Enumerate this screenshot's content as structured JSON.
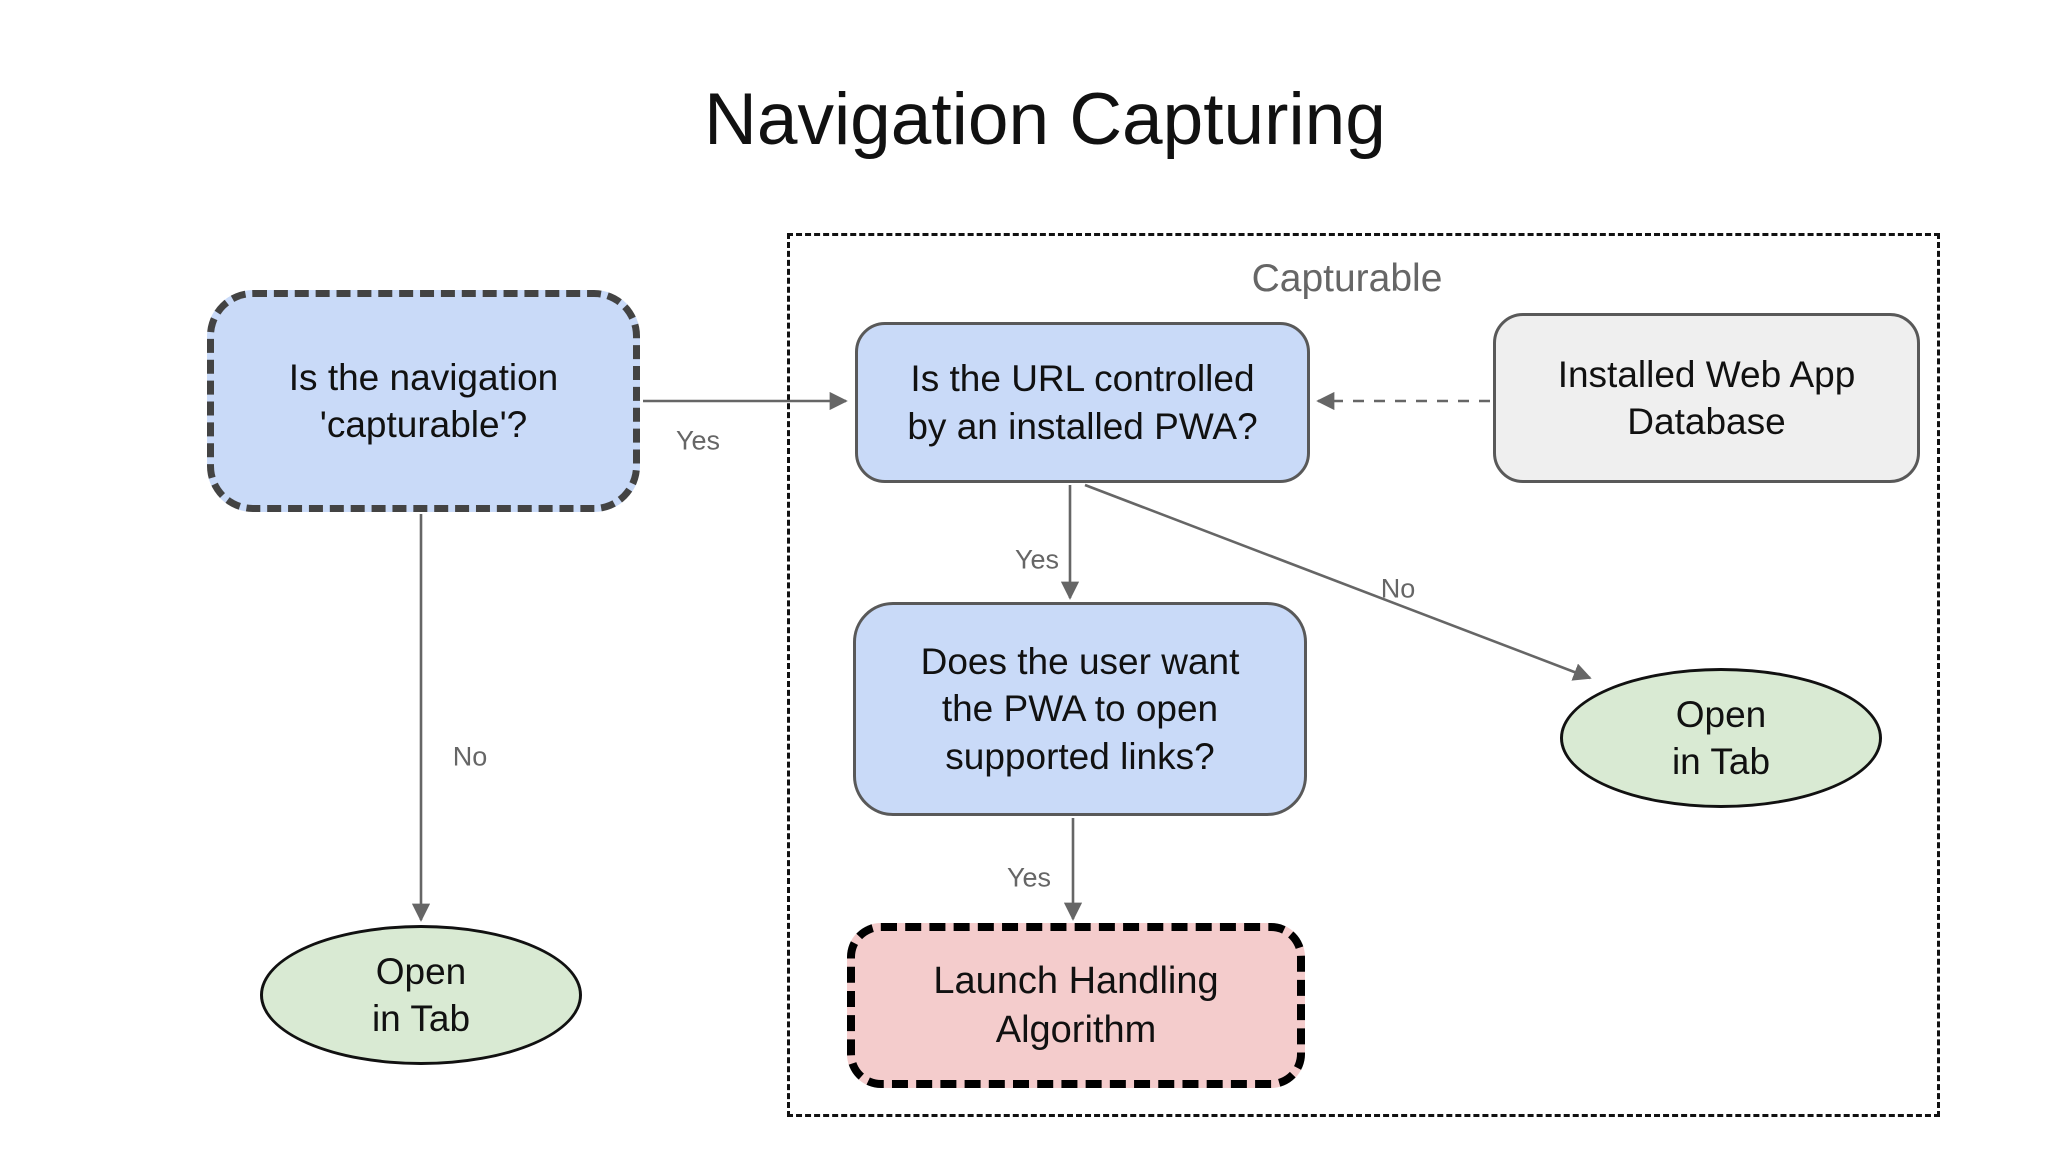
{
  "title": "Navigation Capturing",
  "region": {
    "label": "Capturable"
  },
  "nodes": {
    "capturable_question": "Is the navigation\n'capturable'?",
    "url_question": "Is the URL controlled\nby an installed PWA?",
    "database": "Installed Web App\nDatabase",
    "user_want": "Does the user want\nthe PWA to open\nsupported links?",
    "launch_handling": "Launch Handling\nAlgorithm",
    "open_in_tab_left": "Open\nin Tab",
    "open_in_tab_right": "Open\nin Tab"
  },
  "edge_labels": {
    "capturable_yes": "Yes",
    "capturable_no": "No",
    "url_yes": "Yes",
    "url_no": "No",
    "user_want_yes": "Yes"
  },
  "colors": {
    "node_blue": "#c9daf8",
    "node_gray": "#efefef",
    "node_green": "#d9ead3",
    "node_pink": "#f4cccc",
    "border_dark": "#434343",
    "border_gray": "#595959",
    "arrow_gray": "#666666",
    "label_gray": "#666666"
  }
}
